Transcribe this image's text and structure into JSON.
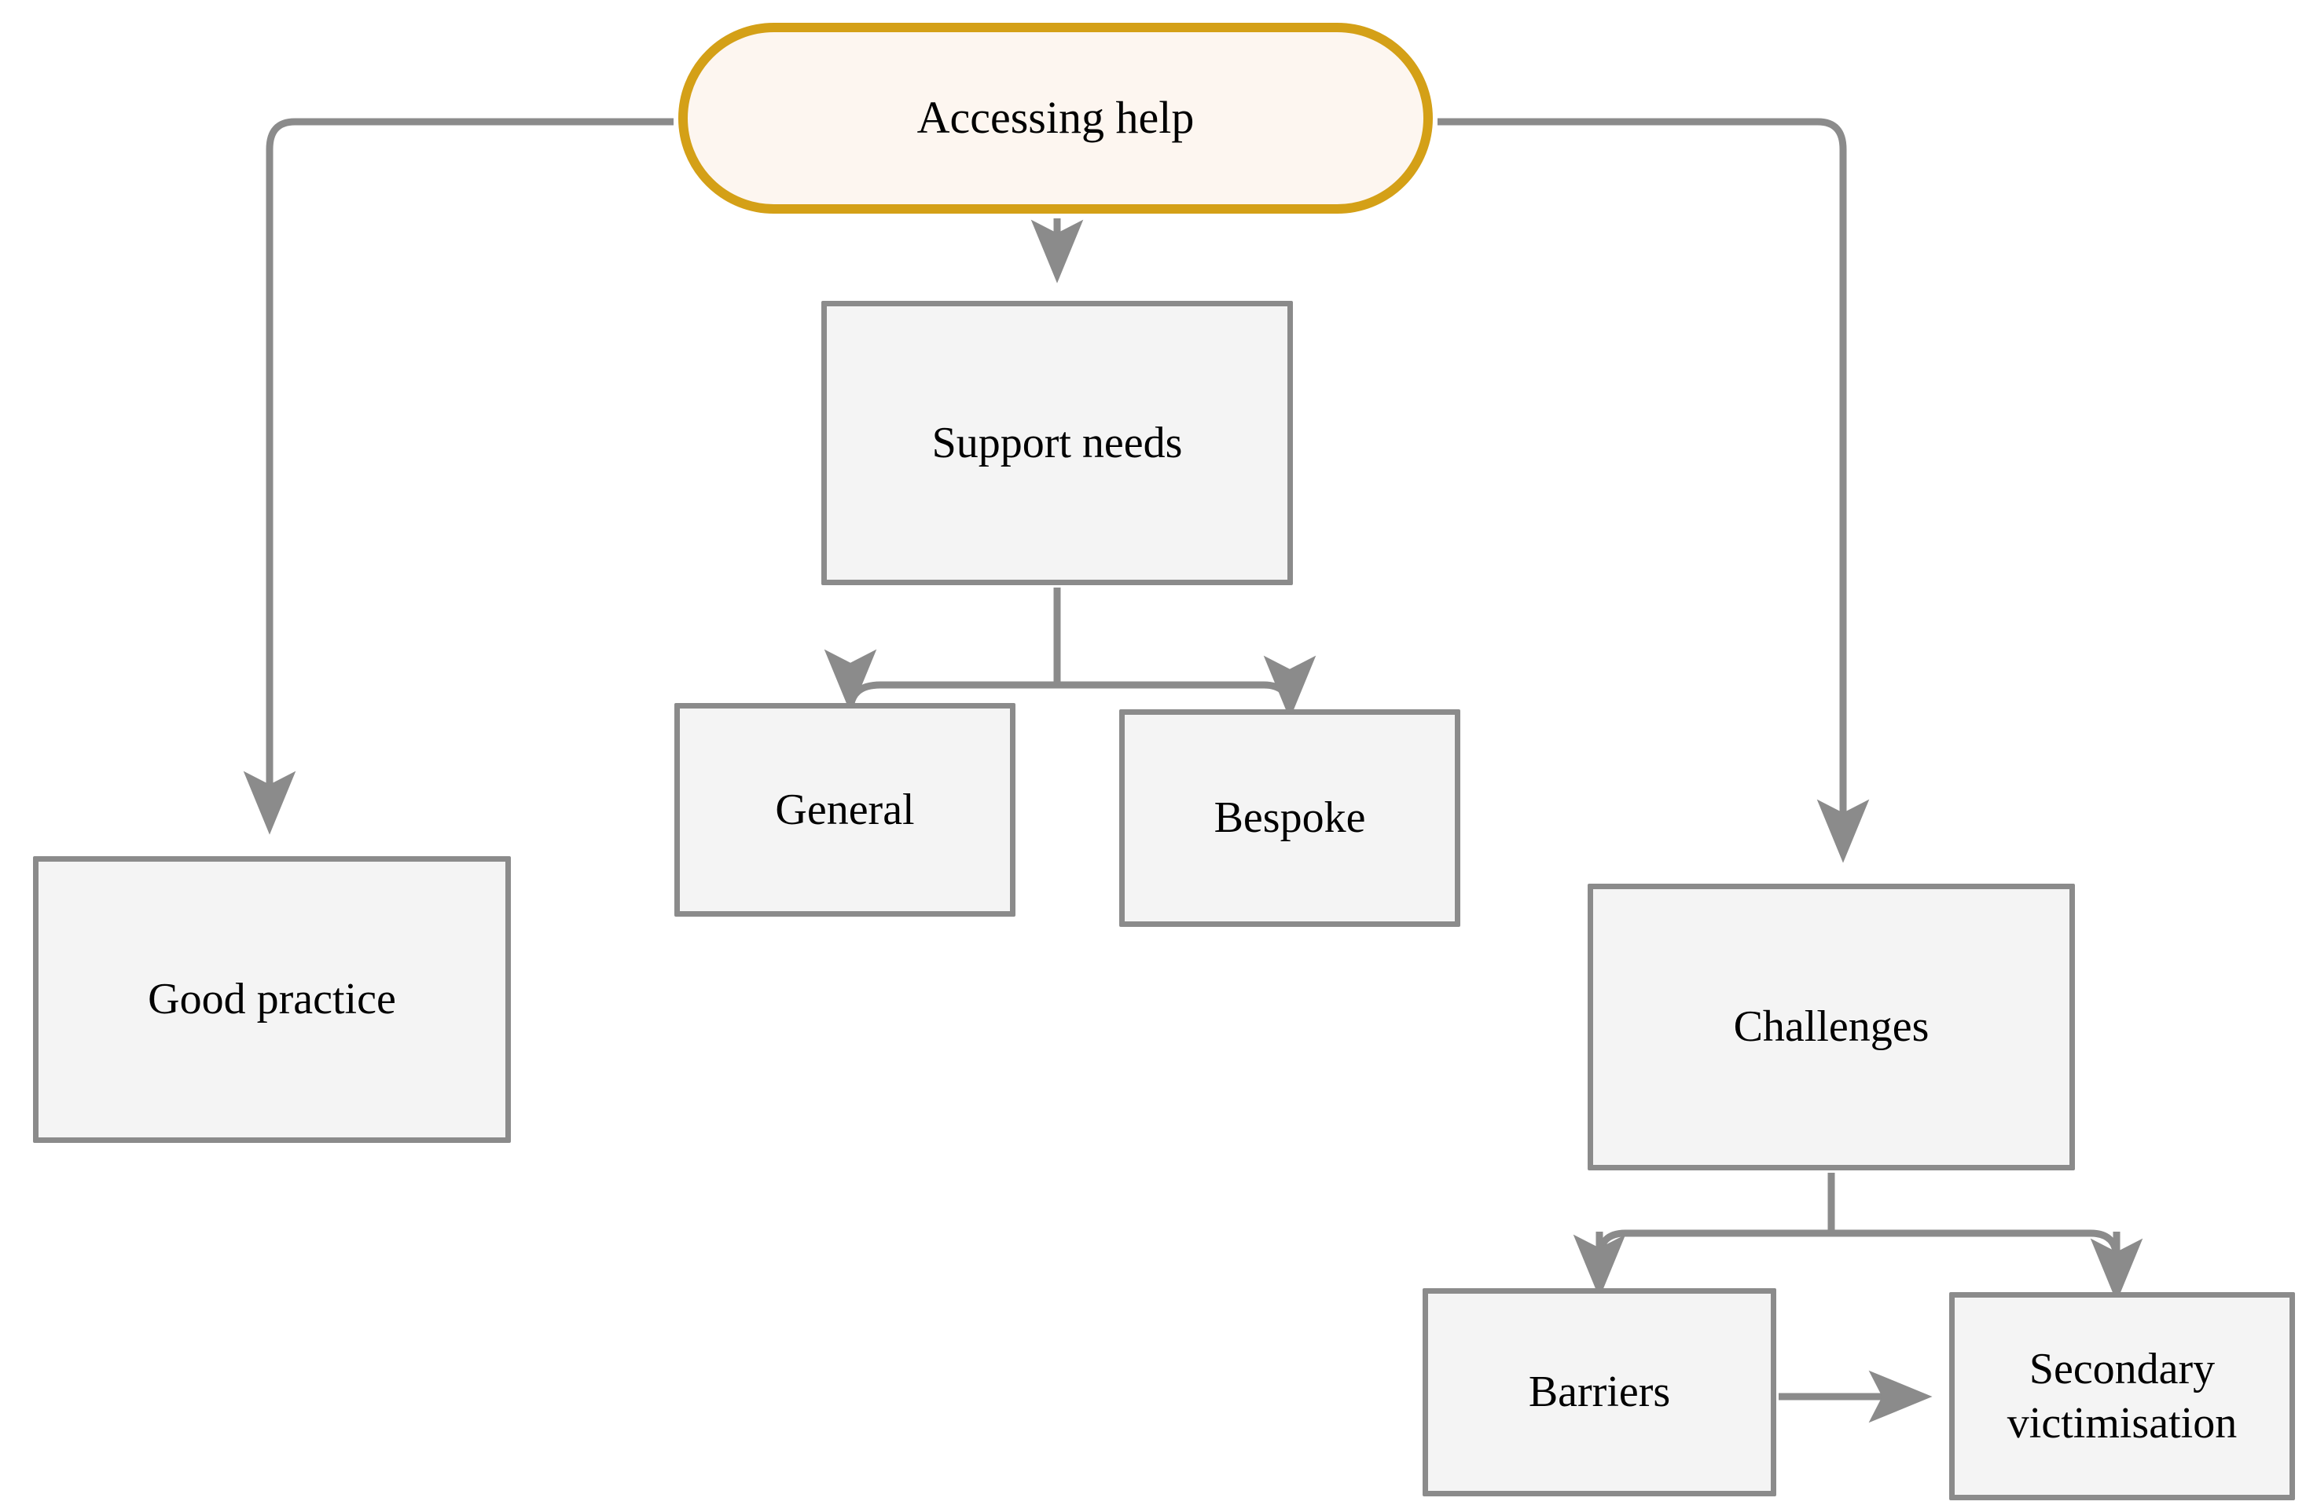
{
  "diagram": {
    "title": "Accessing help",
    "type": "concept-map",
    "colors": {
      "root_border": "#d4a017",
      "root_fill": "#fdf6f0",
      "node_border": "#8b8b8b",
      "node_fill": "#f4f4f4",
      "edge": "#8b8b8b",
      "text": "#000000",
      "background": "#ffffff"
    },
    "nodes": [
      {
        "id": "root",
        "label": "Accessing help",
        "shape": "rounded-pill",
        "level": 0
      },
      {
        "id": "good-practice",
        "label": "Good practice",
        "shape": "rectangle",
        "level": 1
      },
      {
        "id": "support-needs",
        "label": "Support needs",
        "shape": "rectangle",
        "level": 1
      },
      {
        "id": "challenges",
        "label": "Challenges",
        "shape": "rectangle",
        "level": 1
      },
      {
        "id": "general",
        "label": "General",
        "shape": "rectangle",
        "level": 2
      },
      {
        "id": "bespoke",
        "label": "Bespoke",
        "shape": "rectangle",
        "level": 2
      },
      {
        "id": "barriers",
        "label": "Barriers",
        "shape": "rectangle",
        "level": 2
      },
      {
        "id": "secondary",
        "label": "Secondary\nvictimisation",
        "shape": "rectangle",
        "level": 2
      }
    ],
    "edges": [
      {
        "from": "root",
        "to": "good-practice",
        "style": "elbow",
        "arrow": "end"
      },
      {
        "from": "root",
        "to": "support-needs",
        "style": "straight",
        "arrow": "end"
      },
      {
        "from": "root",
        "to": "challenges",
        "style": "elbow",
        "arrow": "end"
      },
      {
        "from": "support-needs",
        "to": "general",
        "style": "fork",
        "arrow": "end"
      },
      {
        "from": "support-needs",
        "to": "bespoke",
        "style": "fork",
        "arrow": "end"
      },
      {
        "from": "challenges",
        "to": "barriers",
        "style": "fork",
        "arrow": "end"
      },
      {
        "from": "challenges",
        "to": "secondary",
        "style": "fork",
        "arrow": "end"
      },
      {
        "from": "barriers",
        "to": "secondary",
        "style": "straight-horizontal",
        "arrow": "end"
      }
    ]
  }
}
